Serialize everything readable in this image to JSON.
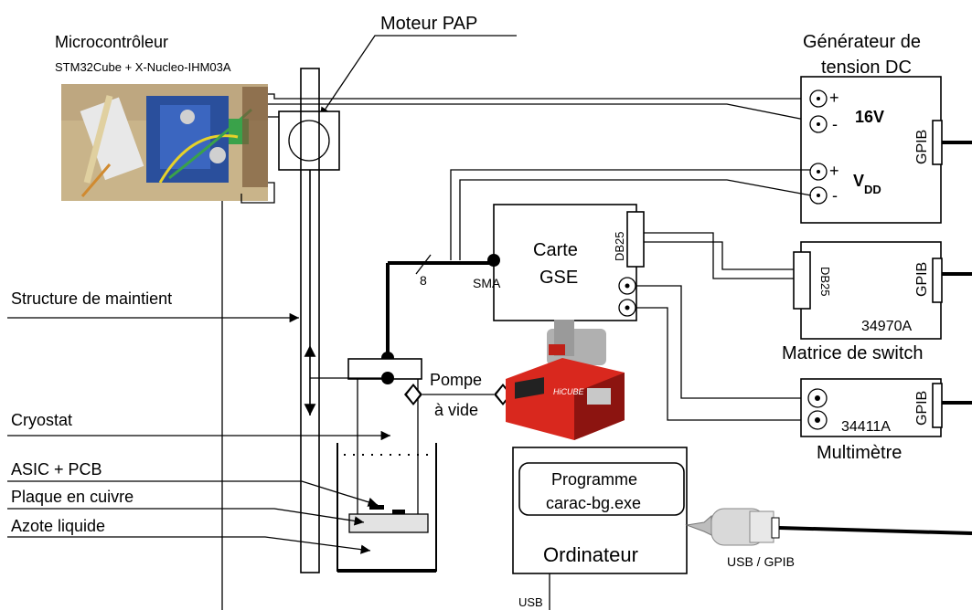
{
  "labels": {
    "moteur": "Moteur PAP",
    "micro": "Microcontrôleur",
    "micro_sub": "STM32Cube + X-Nucleo-IHM03A",
    "gen_line1": "Générateur de",
    "gen_line2": "tension DC",
    "plus": "+",
    "minus": "-",
    "v16": "16V",
    "vdd_main": "V",
    "vdd_sub": "DD",
    "gpib": "GPIB",
    "db25": "DB25",
    "carte1": "Carte",
    "carte2": "GSE",
    "sma": "SMA",
    "bus8": "8",
    "matrix_model": "34970A",
    "matrix_name": "Matrice de switch",
    "multi_model": "34411A",
    "multi_name": "Multimètre",
    "structure": "Structure de maintient",
    "cryostat": "Cryostat",
    "asic": "ASIC + PCB",
    "plaque": "Plaque en cuivre",
    "azote": "Azote liquide",
    "pompe1": "Pompe",
    "pompe2": "à vide",
    "prog1": "Programme",
    "prog2": "carac-bg.exe",
    "ordinateur": "Ordinateur",
    "usb_gpib": "USB / GPIB",
    "usb": "USB",
    "pump_screen": "HiCUBE"
  },
  "colors": {
    "line": "#000000",
    "pump_body": "#d9281e",
    "pump_dark": "#8c1410",
    "board_blue": "#2a4f9c",
    "board_bg": "#c9b48a",
    "wire_yellow": "#e6d22a",
    "wire_green": "#3aa24a",
    "adapter_grey": "#d9d9d9"
  },
  "icons": [
    "motor-icon",
    "microcontroller-photo",
    "vacuum-pump-photo",
    "usb-gpib-adapter-icon"
  ]
}
